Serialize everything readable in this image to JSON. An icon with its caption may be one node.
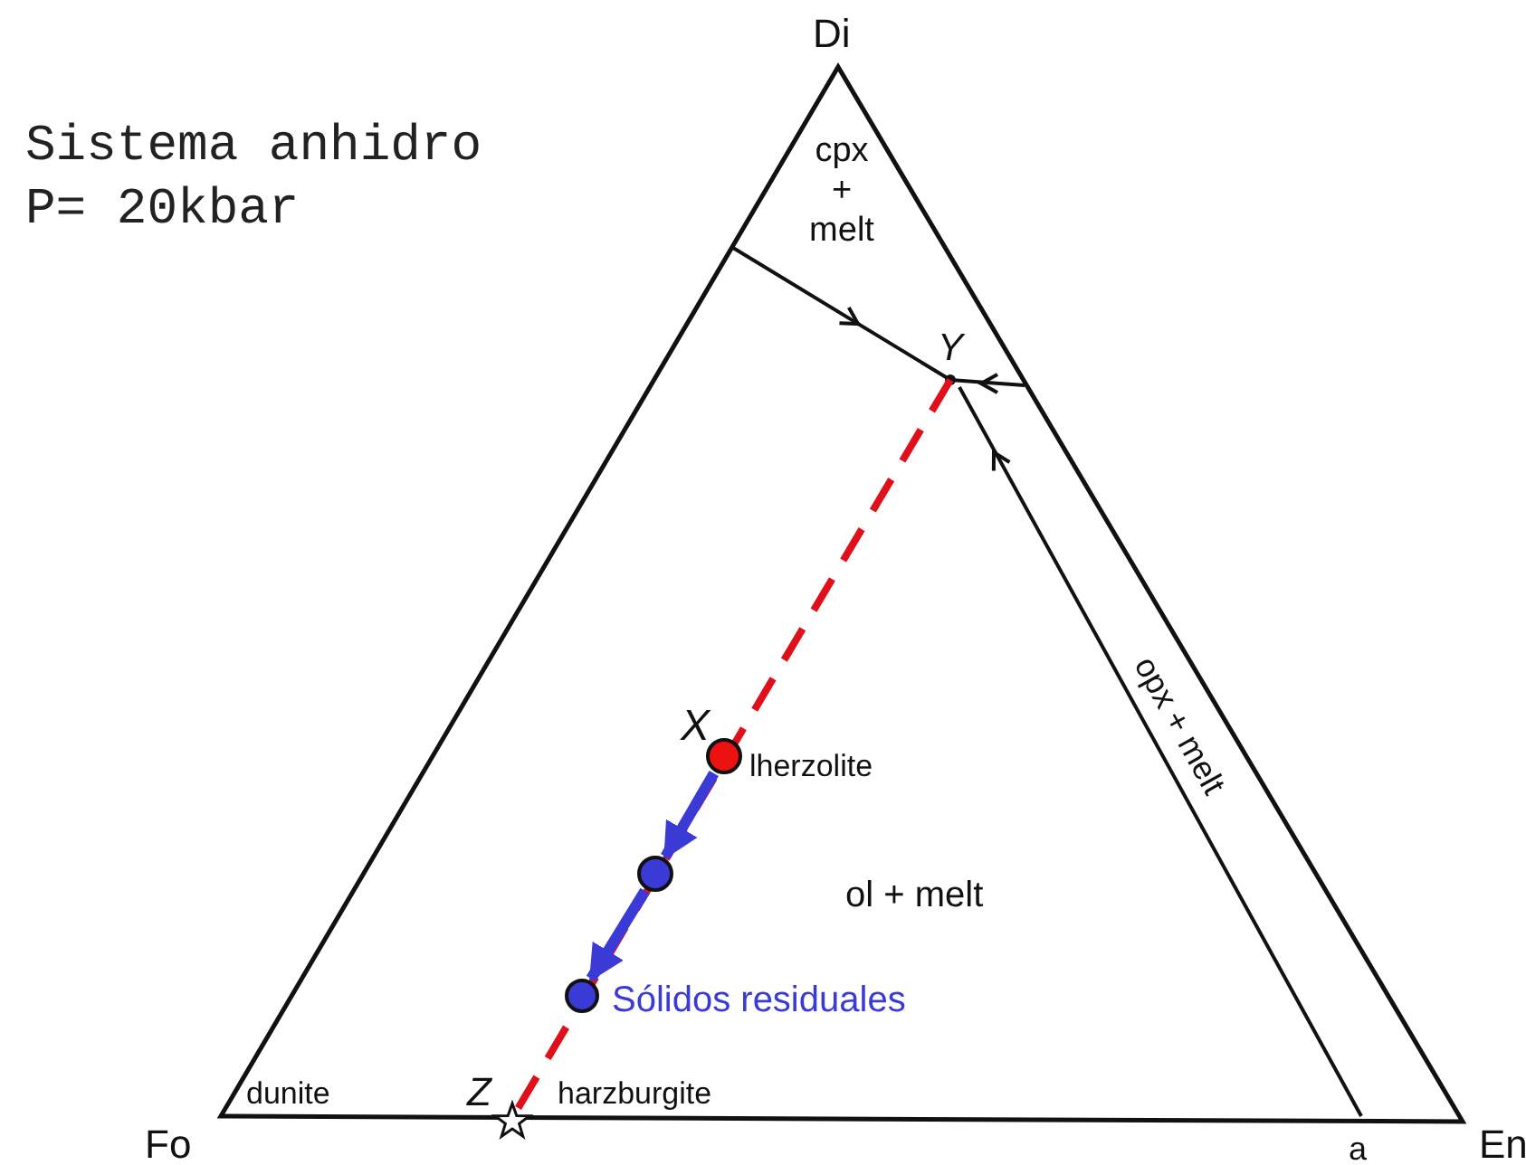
{
  "diagram": {
    "title": "Sistema anhidro P= 20kbar",
    "nodes": [
      {
        "text": [],
        "shape": "circle",
        "beside": [
          "X",
          "lherzolite"
        ]
      },
      {
        "text": [],
        "shape": "circle"
      },
      {
        "text": [],
        "shape": "circle",
        "beside": [
          "Sólidos residuales"
        ]
      }
    ],
    "edges": [
      {
        "from": 0,
        "to": 1,
        "arrow": "to",
        "color": "#3a3ad6"
      },
      {
        "from": 1,
        "to": 2,
        "arrow": "to",
        "color": "#3a3ad6"
      }
    ],
    "labels": [
      "Di",
      "cpx + melt",
      "Y",
      "opx + melt",
      "ol + melt",
      "dunite",
      "Z",
      "harzburgite",
      "Fo",
      "a",
      "En"
    ]
  }
}
